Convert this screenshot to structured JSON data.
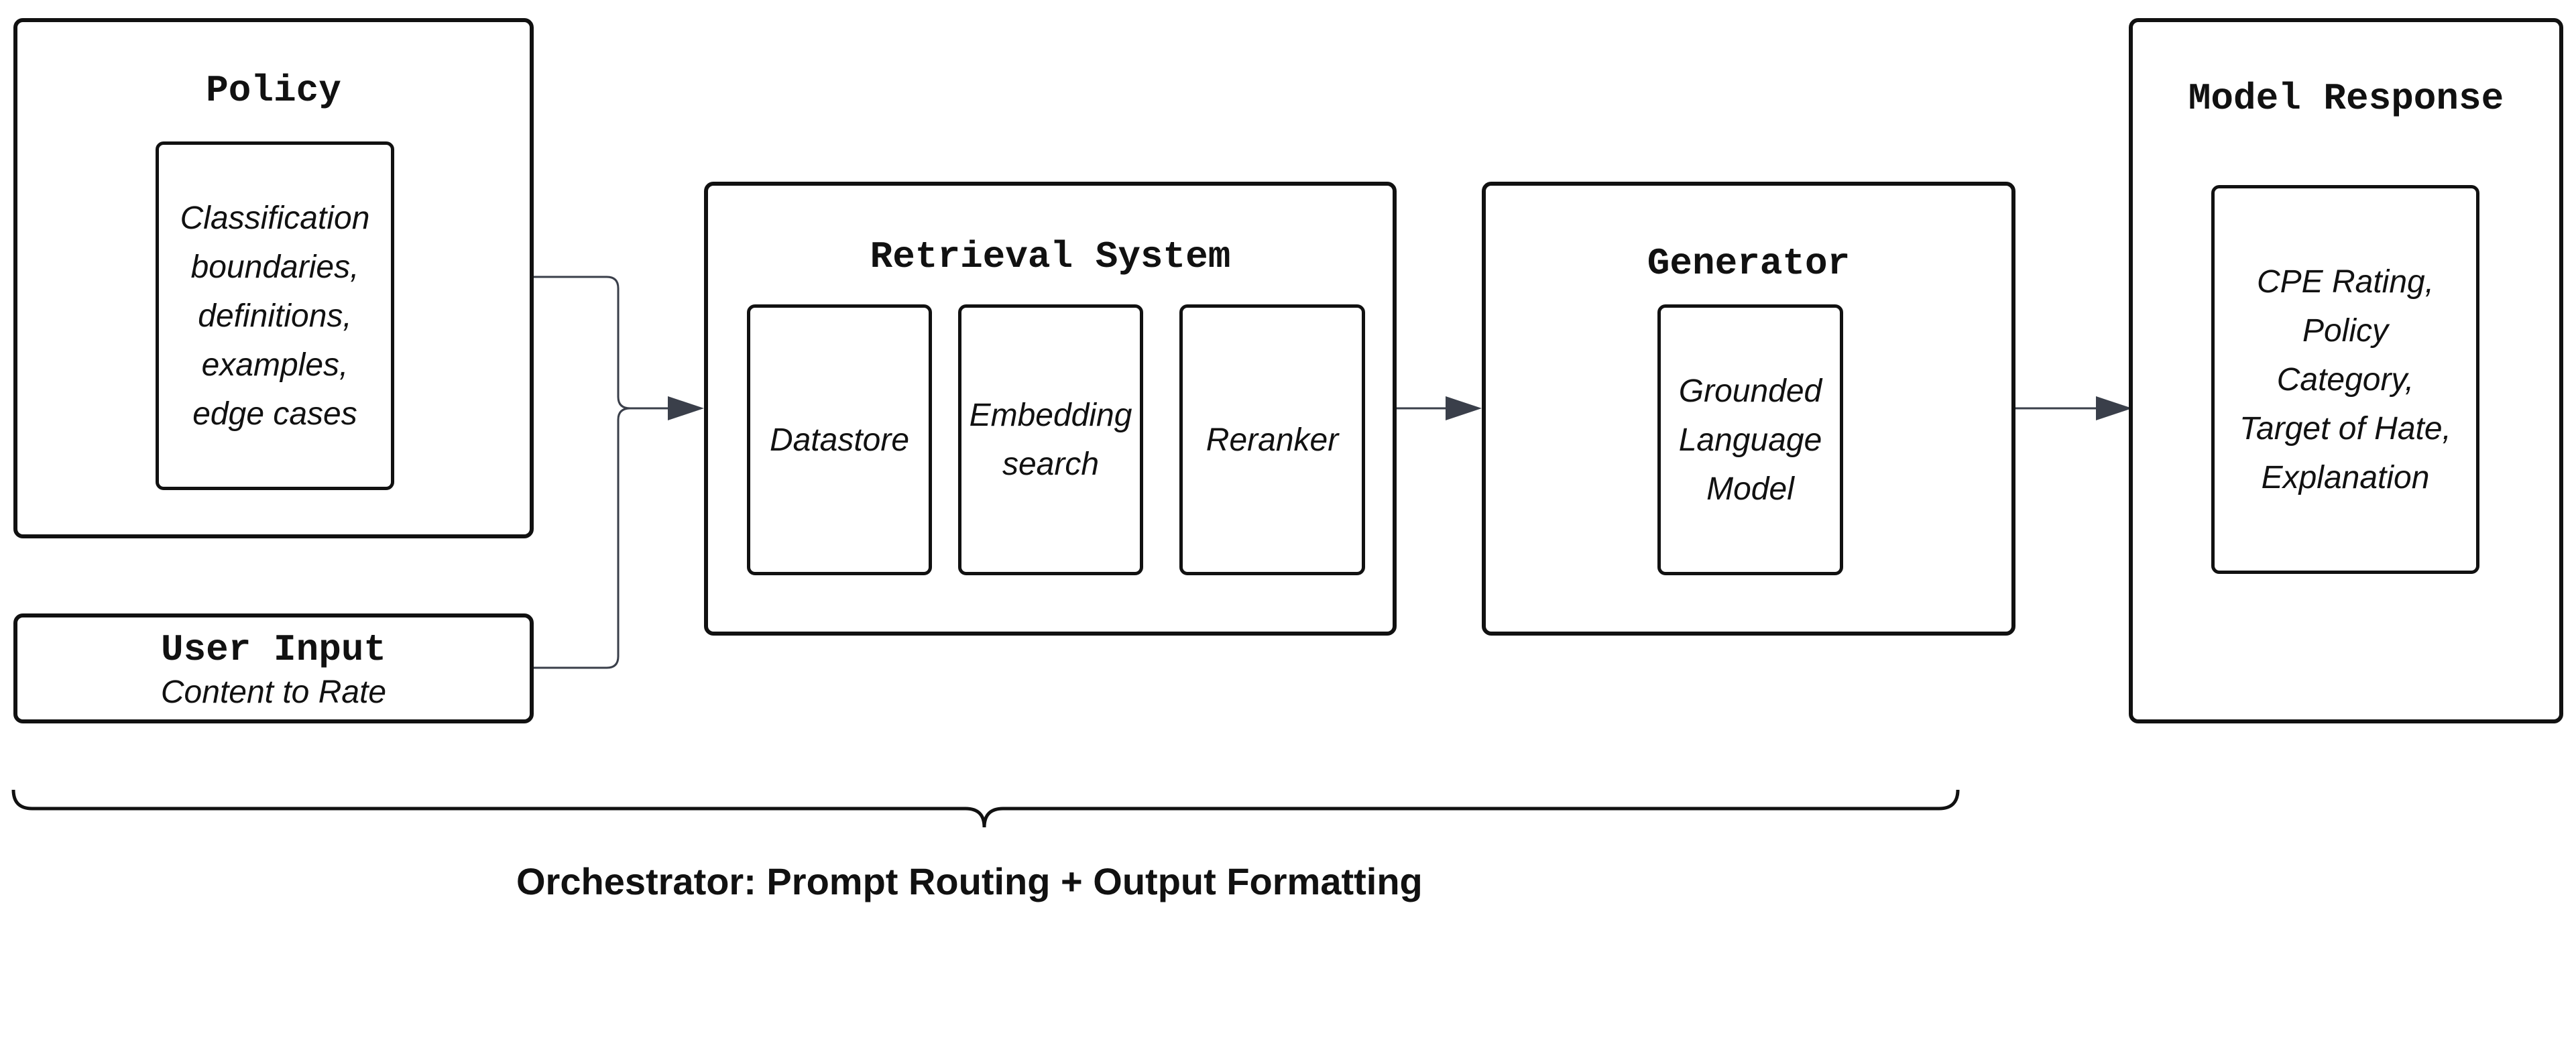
{
  "policy": {
    "title": "Policy",
    "details": "Classification\nboundaries,\ndefinitions,\nexamples,\nedge cases"
  },
  "user_input": {
    "title": "User Input",
    "subtitle": "Content to Rate"
  },
  "retrieval": {
    "title": "Retrieval System",
    "components": [
      "Datastore",
      "Embedding\nsearch",
      "Reranker"
    ]
  },
  "generator": {
    "title": "Generator",
    "component": "Grounded\nLanguage\nModel"
  },
  "model_response": {
    "title": "Model Response",
    "details": "CPE Rating,\nPolicy\nCategory,\nTarget of Hate,\nExplanation"
  },
  "orchestrator": {
    "label": "Orchestrator: Prompt Routing + Output Formatting"
  },
  "colors": {
    "stroke": "#111111",
    "arrow": "#3a3f4a"
  }
}
